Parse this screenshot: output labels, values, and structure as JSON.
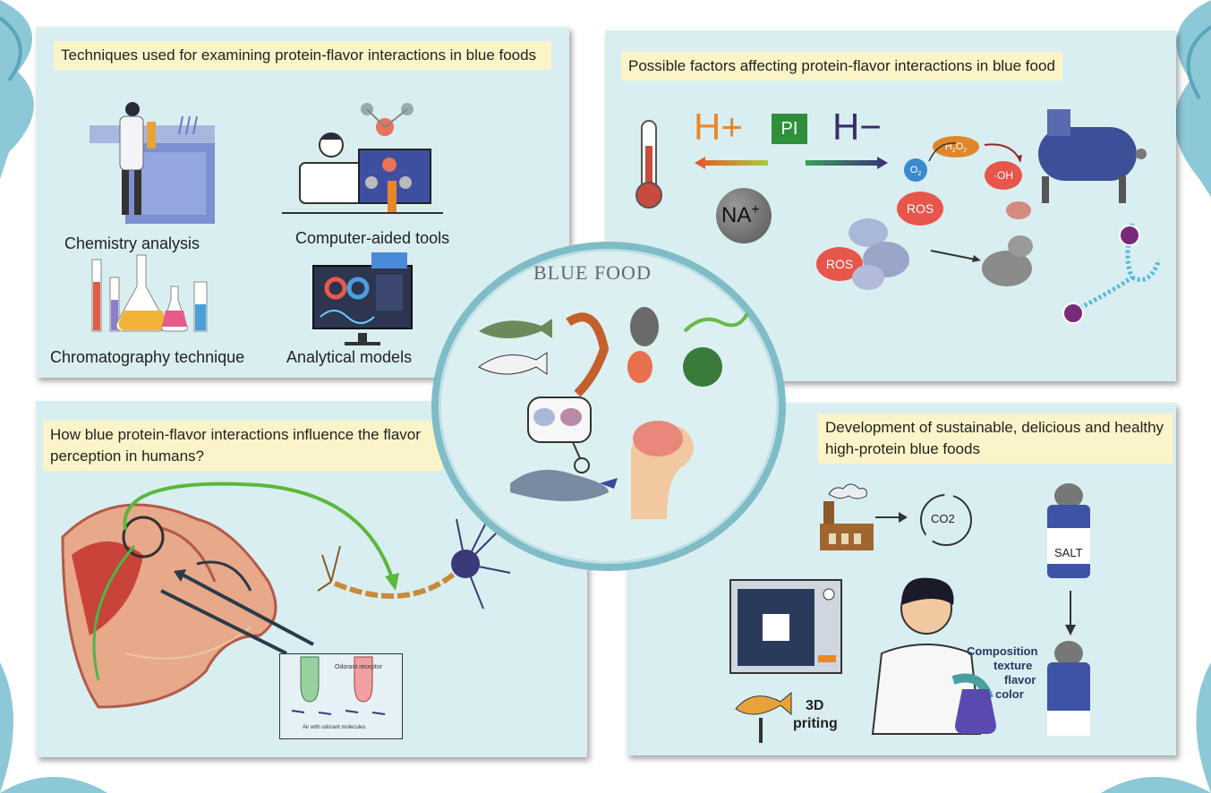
{
  "center": {
    "title": "BLUE FOOD"
  },
  "panel_top_left": {
    "title": "Techniques used for examining protein-flavor interactions in blue foods",
    "labels": {
      "chemistry": "Chemistry analysis",
      "computer": "Computer-aided tools",
      "chromatography": "Chromatography technique",
      "models": "Analytical models"
    }
  },
  "panel_top_right": {
    "title": "Possible factors affecting protein-flavor interactions in blue food",
    "h_plus": "H+",
    "pi": "PI",
    "h_minus": "H−",
    "na": "NA",
    "na_sup": "+",
    "o2": "O",
    "o2_sub": "2",
    "h2o2": "H",
    "h2o2_sub1": "2",
    "h2o2_mid": "O",
    "h2o2_sub2": "2",
    "oh": "·OH",
    "ros": "ROS"
  },
  "panel_bottom_left": {
    "title": "How blue protein-flavor interactions influence the flavor perception in humans?",
    "odorant_receptor": "Odorant receptor",
    "air_label": "Air with odorant molecules"
  },
  "panel_bottom_right": {
    "title": "Development of sustainable, delicious and healthy high-protein blue foods",
    "co2": "CO2",
    "salt": "SALT",
    "printing_3d": "3D",
    "printing_word": "priting",
    "composition": "Composition",
    "texture": "texture",
    "flavor": "flavor",
    "color": "color"
  },
  "colors": {
    "panel_bg": "#d9eef0",
    "title_bg": "#fbf4c8",
    "circle_fill": "#dcf0f2",
    "circle_ring": "#7fbcc6",
    "h_plus": "#e8872a",
    "pi_box": "#2f8f3a",
    "h_minus": "#3a2e6b",
    "ros": "#e8554a"
  }
}
